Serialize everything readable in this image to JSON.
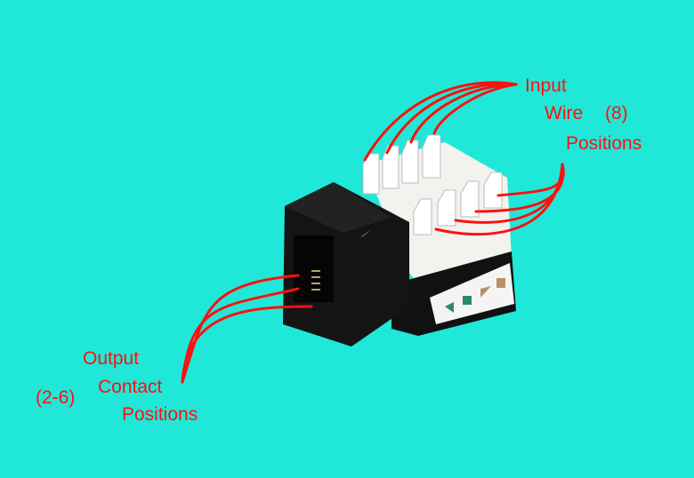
{
  "colors": {
    "background": "#20e8d8",
    "annotation": "#ff1010"
  },
  "input_label": {
    "line1": "Input",
    "line2": "Wire",
    "count": "(8)",
    "line3": "Positions"
  },
  "output_label": {
    "line1": "Output",
    "line2": "Contact",
    "line3": "Positions",
    "range": "(2-6)"
  }
}
